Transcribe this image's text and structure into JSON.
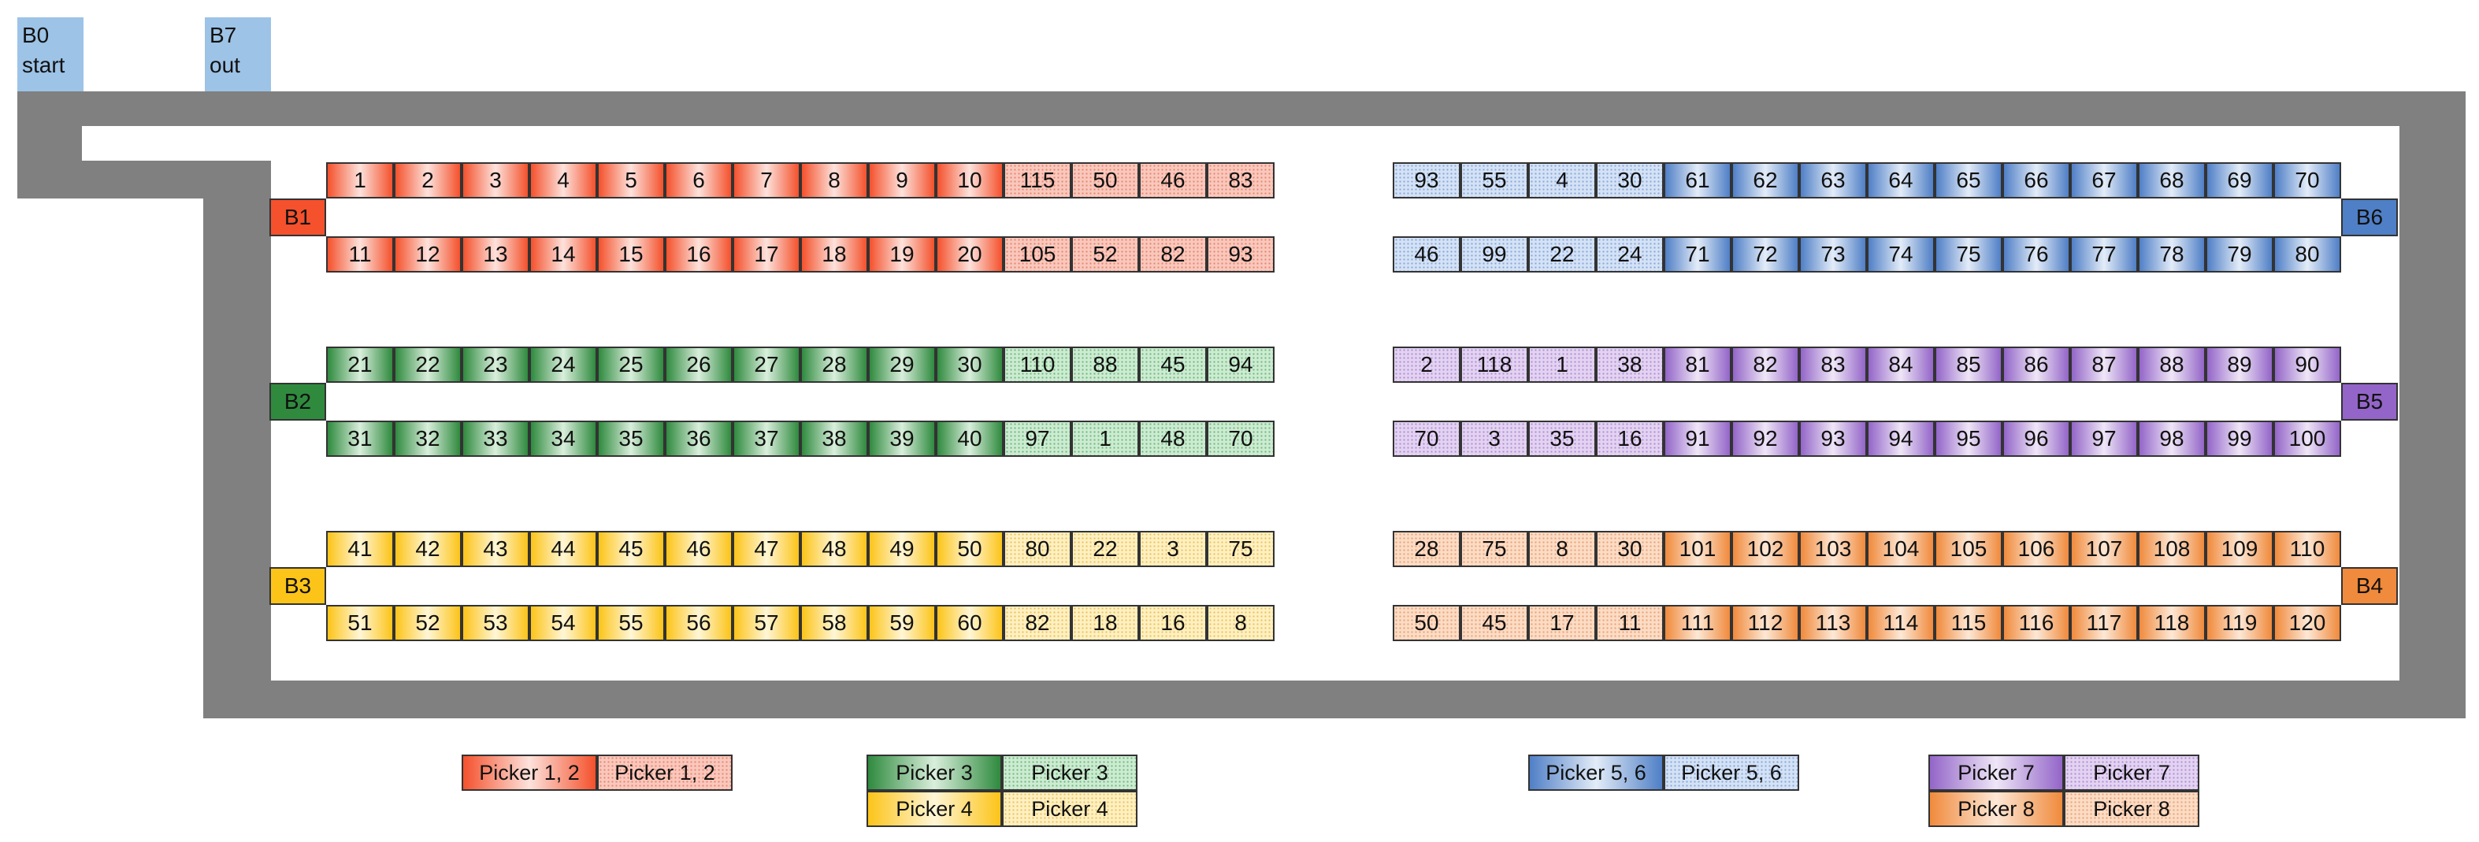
{
  "bins": [
    {
      "id": "B0",
      "label": "start"
    },
    {
      "id": "B7",
      "label": "out"
    }
  ],
  "docks": [
    "B1",
    "B2",
    "B3",
    "B4",
    "B5",
    "B6"
  ],
  "colors": {
    "red": "#f4512c",
    "green": "#2f8a3e",
    "yellow": "#fcc419",
    "blue": "#4f7fc6",
    "purple": "#9365c8",
    "orange": "#f08a3c",
    "corridor": "#808080",
    "bin": "#9dc3e6"
  },
  "racks": [
    {
      "side": "left",
      "dock": "B1",
      "color": "red",
      "top": [
        "1",
        "2",
        "3",
        "4",
        "5",
        "6",
        "7",
        "8",
        "9",
        "10"
      ],
      "top_extra": [
        "115",
        "50",
        "46",
        "83"
      ],
      "bottom": [
        "11",
        "12",
        "13",
        "14",
        "15",
        "16",
        "17",
        "18",
        "19",
        "20"
      ],
      "bottom_extra": [
        "105",
        "52",
        "82",
        "93"
      ]
    },
    {
      "side": "left",
      "dock": "B2",
      "color": "green",
      "top": [
        "21",
        "22",
        "23",
        "24",
        "25",
        "26",
        "27",
        "28",
        "29",
        "30"
      ],
      "top_extra": [
        "110",
        "88",
        "45",
        "94"
      ],
      "bottom": [
        "31",
        "32",
        "33",
        "34",
        "35",
        "36",
        "37",
        "38",
        "39",
        "40"
      ],
      "bottom_extra": [
        "97",
        "1",
        "48",
        "70"
      ]
    },
    {
      "side": "left",
      "dock": "B3",
      "color": "yellow",
      "top": [
        "41",
        "42",
        "43",
        "44",
        "45",
        "46",
        "47",
        "48",
        "49",
        "50"
      ],
      "top_extra": [
        "80",
        "22",
        "3",
        "75"
      ],
      "bottom": [
        "51",
        "52",
        "53",
        "54",
        "55",
        "56",
        "57",
        "58",
        "59",
        "60"
      ],
      "bottom_extra": [
        "82",
        "18",
        "16",
        "8"
      ]
    },
    {
      "side": "right",
      "dock": "B6",
      "color": "blue",
      "top_extra": [
        "93",
        "55",
        "4",
        "30"
      ],
      "top": [
        "61",
        "62",
        "63",
        "64",
        "65",
        "66",
        "67",
        "68",
        "69",
        "70"
      ],
      "bottom_extra": [
        "46",
        "99",
        "22",
        "24"
      ],
      "bottom": [
        "71",
        "72",
        "73",
        "74",
        "75",
        "76",
        "77",
        "78",
        "79",
        "80"
      ]
    },
    {
      "side": "right",
      "dock": "B5",
      "color": "purple",
      "top_extra": [
        "2",
        "118",
        "1",
        "38"
      ],
      "top": [
        "81",
        "82",
        "83",
        "84",
        "85",
        "86",
        "87",
        "88",
        "89",
        "90"
      ],
      "bottom_extra": [
        "70",
        "3",
        "35",
        "16"
      ],
      "bottom": [
        "91",
        "92",
        "93",
        "94",
        "95",
        "96",
        "97",
        "98",
        "99",
        "100"
      ]
    },
    {
      "side": "right",
      "dock": "B4",
      "color": "orange",
      "top_extra": [
        "28",
        "75",
        "8",
        "30"
      ],
      "top": [
        "101",
        "102",
        "103",
        "104",
        "105",
        "106",
        "107",
        "108",
        "109",
        "110"
      ],
      "bottom_extra": [
        "50",
        "45",
        "17",
        "11"
      ],
      "bottom": [
        "111",
        "112",
        "113",
        "114",
        "115",
        "116",
        "117",
        "118",
        "119",
        "120"
      ]
    }
  ],
  "legend": [
    {
      "color": "red",
      "solid": "Picker 1, 2",
      "dotted": "Picker 1, 2"
    },
    {
      "color": "green",
      "solid": "Picker 3",
      "dotted": "Picker 3"
    },
    {
      "color": "yellow",
      "solid": "Picker 4",
      "dotted": "Picker 4"
    },
    {
      "color": "blue",
      "solid": "Picker 5, 6",
      "dotted": "Picker 5, 6"
    },
    {
      "color": "purple",
      "solid": "Picker 7",
      "dotted": "Picker 7"
    },
    {
      "color": "orange",
      "solid": "Picker 8",
      "dotted": "Picker 8"
    }
  ]
}
